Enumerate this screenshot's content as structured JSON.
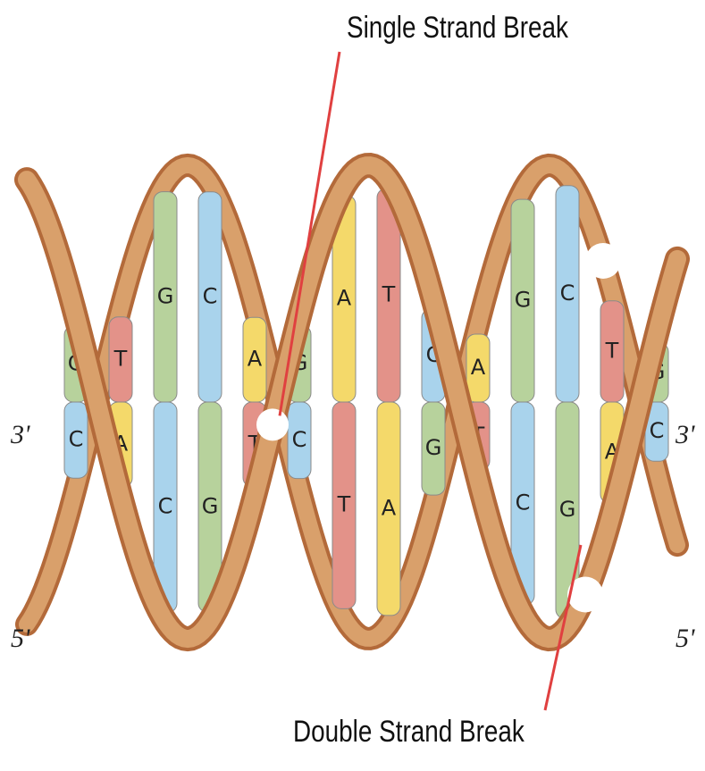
{
  "labels": {
    "single_break": "Single Strand Break",
    "double_break": "Double Strand Break"
  },
  "ends": {
    "left_top": "3'",
    "left_bottom": "5'",
    "right_top": "3'",
    "right_bottom": "5'"
  },
  "colors": {
    "strand": "#d9a06b",
    "strand_dark": "#b36a3a",
    "A": "#f4d96a",
    "T": "#e39289",
    "C": "#a9d3ec",
    "G": "#b7d29c",
    "pointer": "#e04040"
  },
  "base_pairs": [
    {
      "top": "G",
      "bottom": "C"
    },
    {
      "top": "T",
      "bottom": "A"
    },
    {
      "top": "G",
      "bottom": "C"
    },
    {
      "top": "C",
      "bottom": "G"
    },
    {
      "top": "A",
      "bottom": "T"
    },
    {
      "top": "G",
      "bottom": "C"
    },
    {
      "top": "A",
      "bottom": "T"
    },
    {
      "top": "T",
      "bottom": "A"
    },
    {
      "top": "C",
      "bottom": "G"
    },
    {
      "top": "A",
      "bottom": "T"
    },
    {
      "top": "G",
      "bottom": "C"
    },
    {
      "top": "C",
      "bottom": "G"
    },
    {
      "top": "T",
      "bottom": "A"
    },
    {
      "top": "G",
      "bottom": "C"
    }
  ]
}
